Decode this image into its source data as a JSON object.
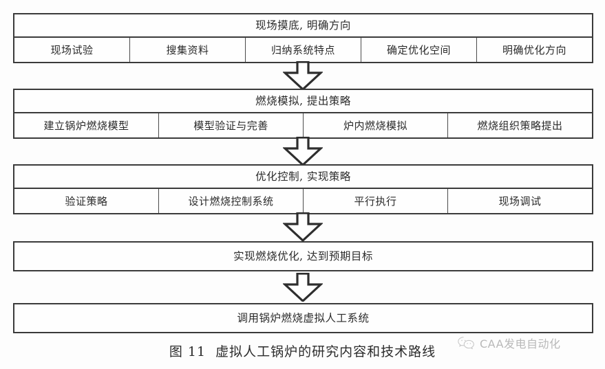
{
  "figure": {
    "caption_number": "图 11",
    "caption_text": "虚拟人工锅炉的研究内容和技术路线"
  },
  "colors": {
    "border": "#3a3a3a",
    "inner_divider": "#4a4a4a",
    "text": "#2b2b2b",
    "background": "#fdfdfd",
    "watermark": "#b9b9b9"
  },
  "flow": {
    "blocks": [
      {
        "header": "现场摸底, 明确方向",
        "cells": [
          "现场试验",
          "搜集资料",
          "归纳系统特点",
          "确定优化空间",
          "明确优化方向"
        ]
      },
      {
        "header": "燃烧模拟, 提出策略",
        "cells": [
          "建立锅炉燃烧模型",
          "模型验证与完善",
          "炉内燃烧模拟",
          "燃烧组织策略提出"
        ]
      },
      {
        "header": "优化控制, 实现策略",
        "cells": [
          "验证策略",
          "设计燃烧控制系统",
          "平行执行",
          "现场调试"
        ]
      },
      {
        "header": "实现燃烧优化, 达到预期目标",
        "cells": []
      },
      {
        "header": "调用锅炉燃烧虚拟人工系统",
        "cells": []
      }
    ],
    "arrows": [
      {
        "name": "arrow-down-1",
        "direction": "down"
      },
      {
        "name": "arrow-down-2",
        "direction": "down"
      },
      {
        "name": "arrow-down-3",
        "direction": "down"
      },
      {
        "name": "arrow-down-4",
        "direction": "down"
      }
    ]
  },
  "watermark": {
    "icon": "wechat-logo-icon",
    "text": "CAA发电自动化"
  }
}
